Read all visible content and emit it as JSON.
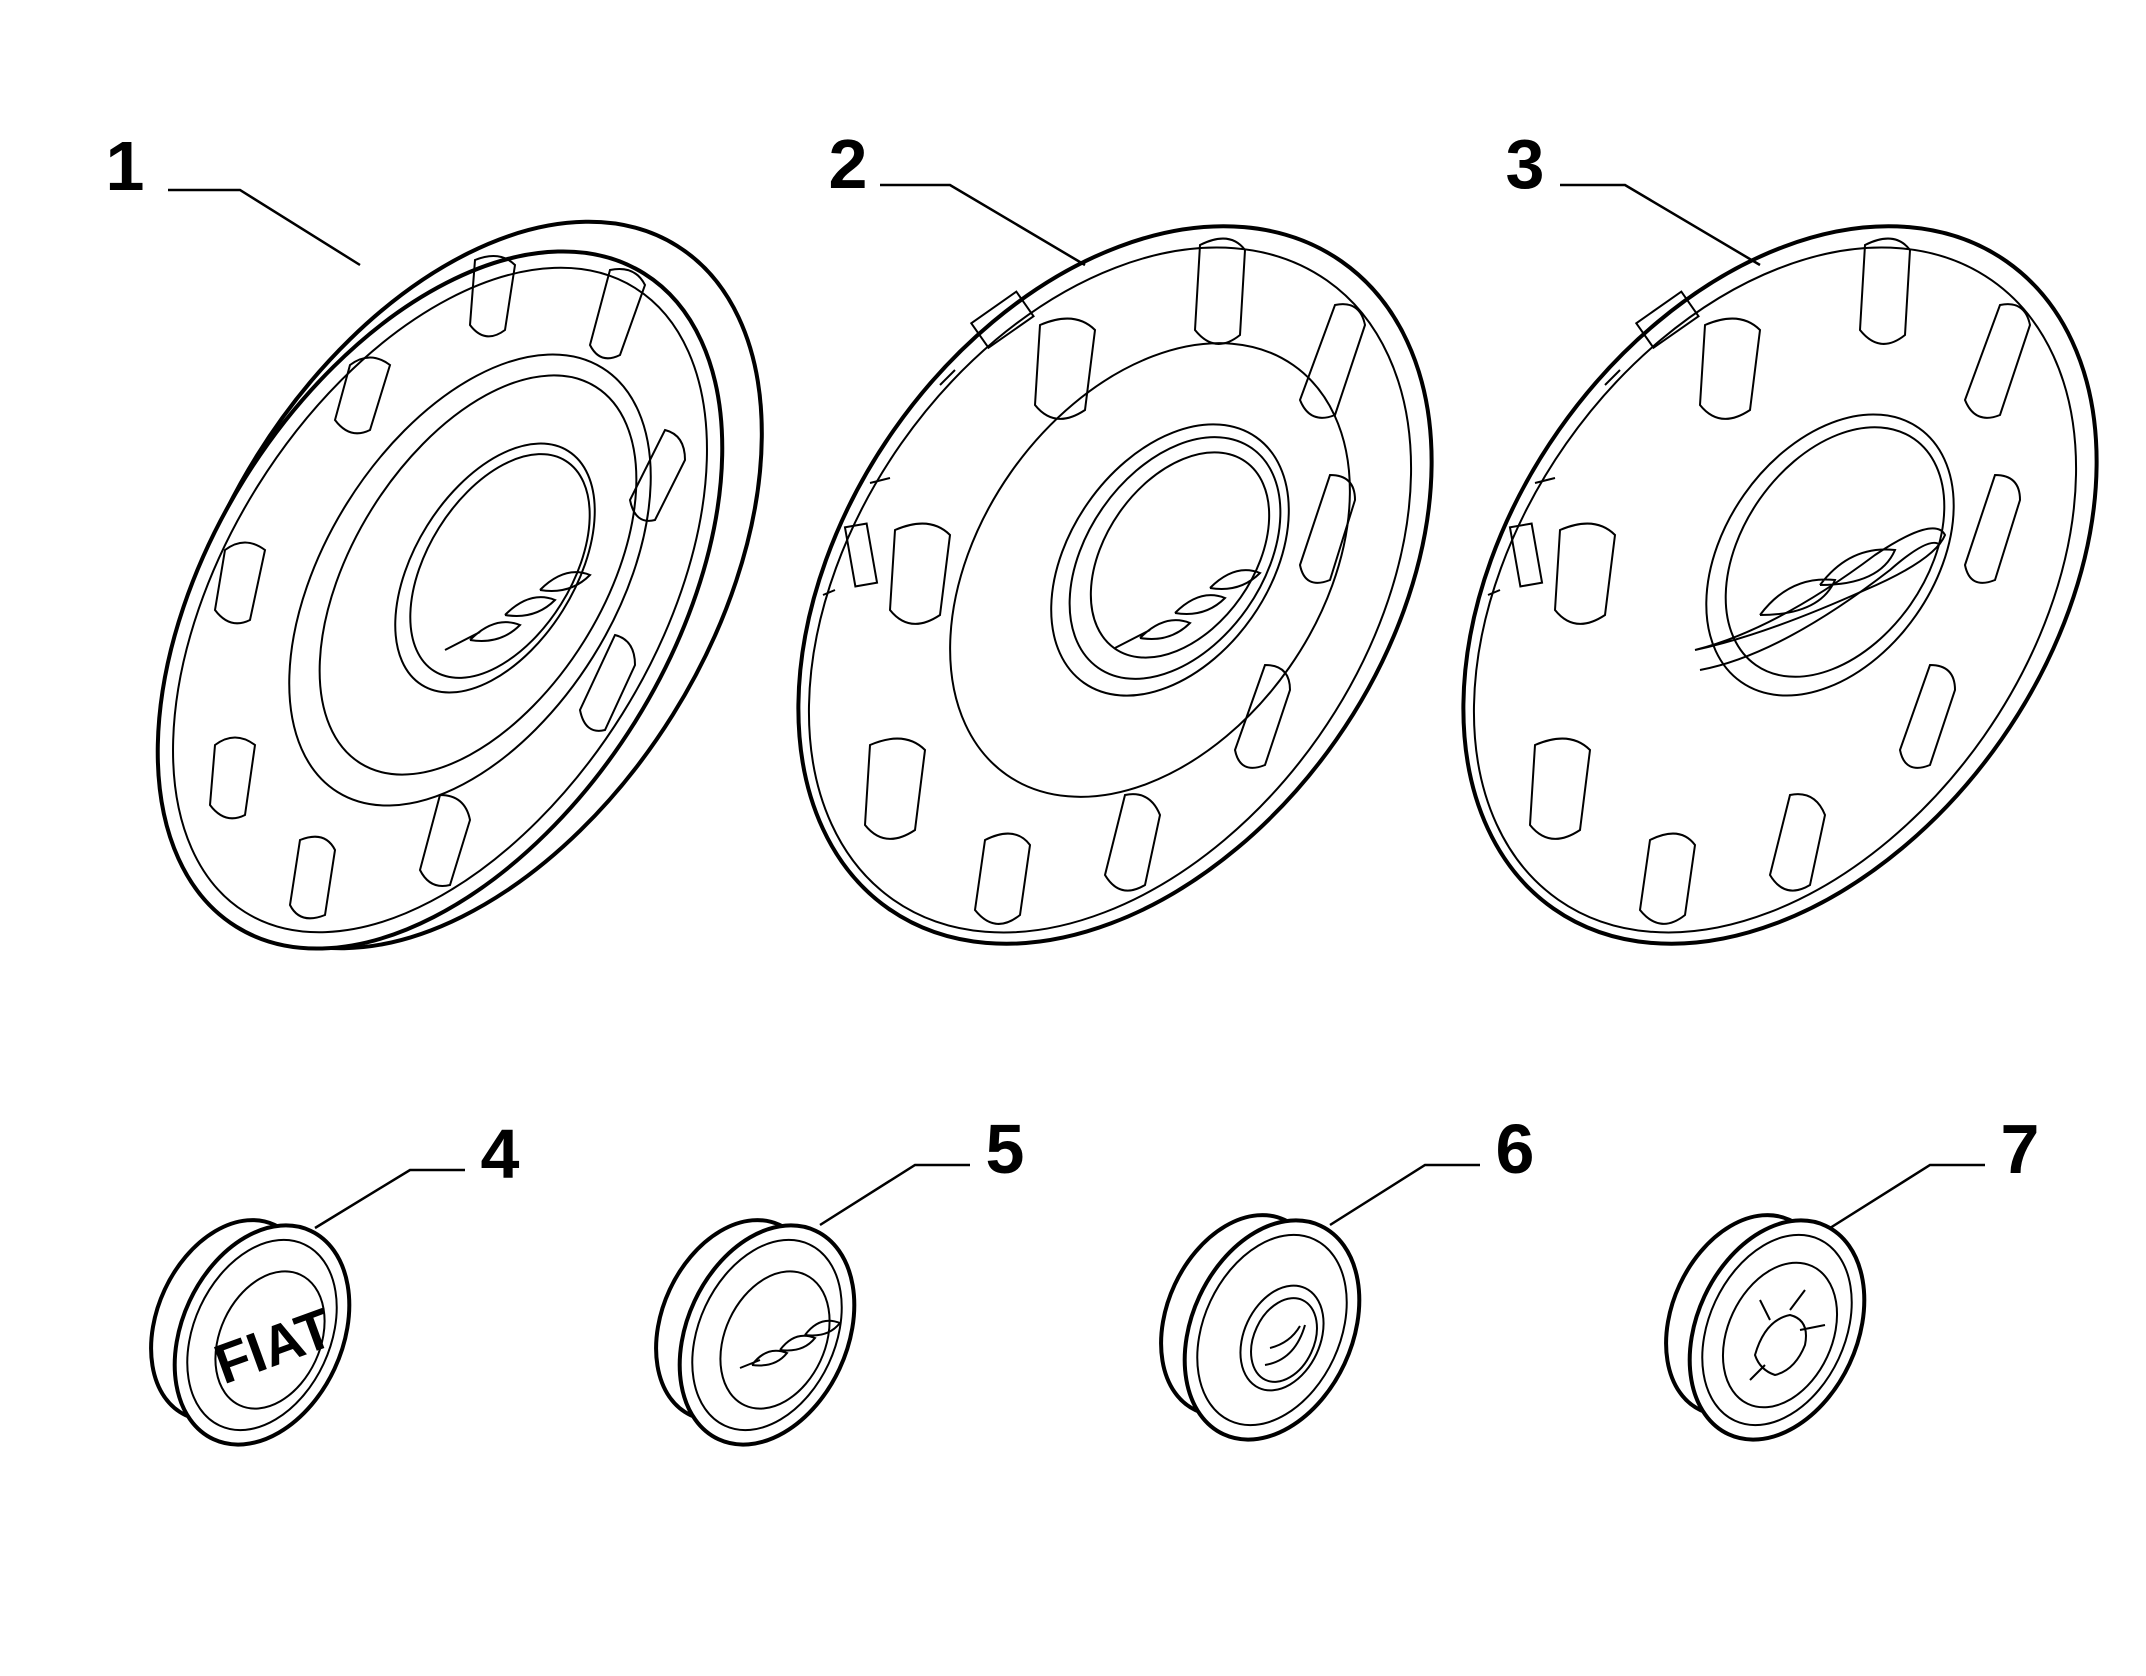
{
  "diagram": {
    "parts": [
      {
        "number": "1",
        "name": "hubcap-ribbed"
      },
      {
        "number": "2",
        "name": "hubcap-500-logo"
      },
      {
        "number": "3",
        "name": "hubcap-chrome-logo"
      },
      {
        "number": "4",
        "name": "center-cap-fiat"
      },
      {
        "number": "5",
        "name": "center-cap-500"
      },
      {
        "number": "6",
        "name": "center-cap-chrome"
      },
      {
        "number": "7",
        "name": "center-cap-abarth"
      }
    ],
    "logo_fiat": "FIAT"
  }
}
